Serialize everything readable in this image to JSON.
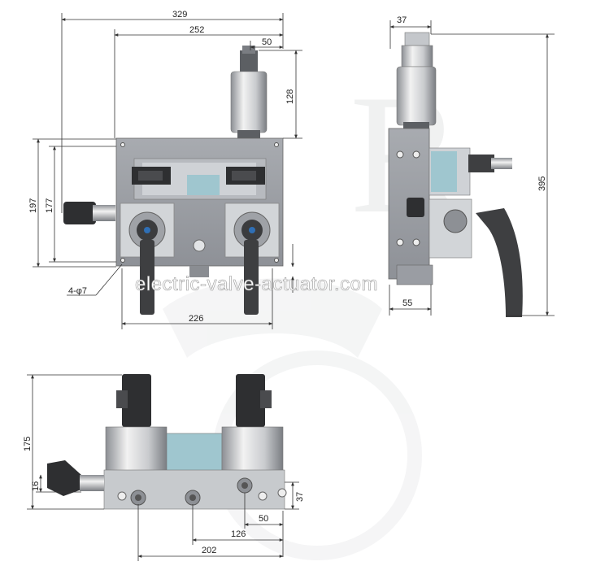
{
  "watermark": {
    "text": "electric-valve-actuator.com"
  },
  "dimensions": {
    "top_overall_width": "329",
    "top_plate_width": "252",
    "top_offset": "50",
    "top_height_128": "128",
    "left_197": "197",
    "left_177": "177",
    "hole_label": "4-φ7",
    "bottom_226": "226",
    "side_top_37": "37",
    "side_395": "395",
    "side_bottom_55": "55",
    "front_175": "175",
    "front_16": "16",
    "front_37": "37",
    "front_50": "50",
    "front_126": "126",
    "front_202": "202"
  },
  "colors": {
    "plate": "#9a9da3",
    "plate_dark": "#6f7278",
    "steel": "#d9dbde",
    "accent_blue": "#9fc6cf",
    "handle": "#3e3f41",
    "dim_line": "#333333"
  }
}
